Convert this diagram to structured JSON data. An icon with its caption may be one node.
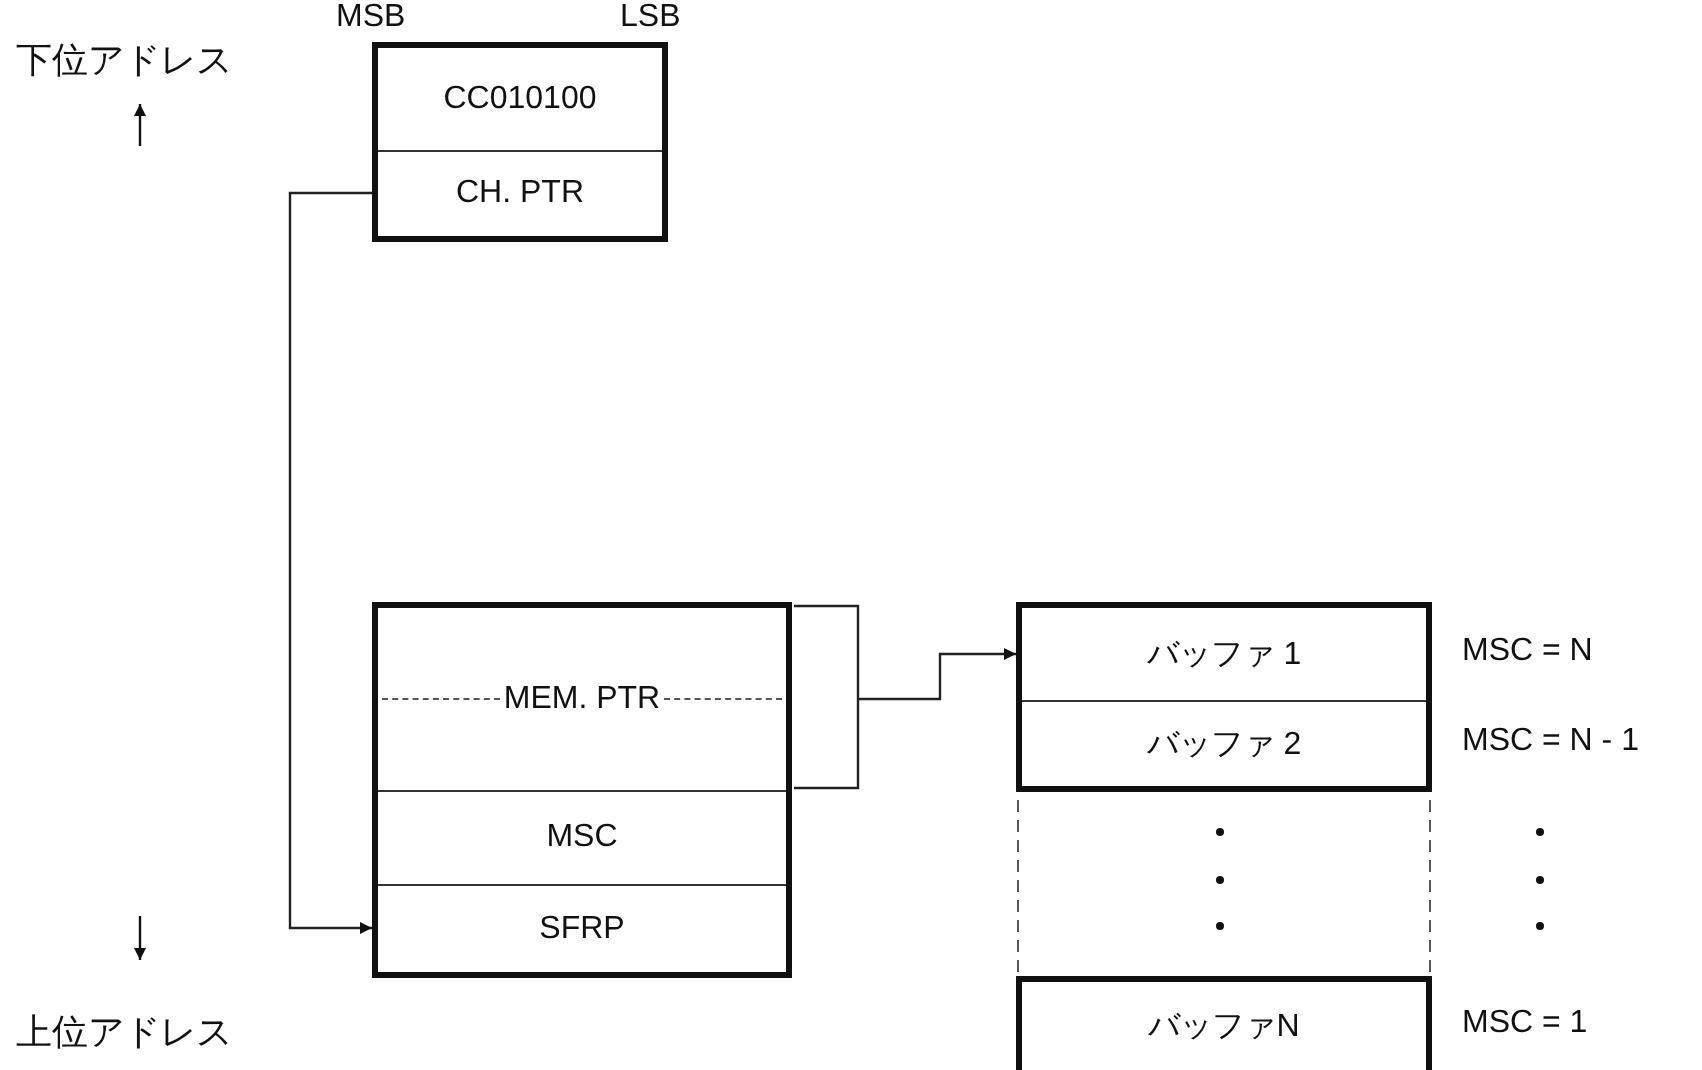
{
  "diagram": {
    "nodes": [
      {
        "text": [
          "CC010100"
        ]
      },
      {
        "text": [
          "CH. PTR"
        ]
      },
      {
        "text": [
          "MEM. PTR"
        ]
      },
      {
        "text": [
          "MSC"
        ]
      },
      {
        "text": [
          "SFRP"
        ]
      },
      {
        "text": [
          "バッファ 1"
        ],
        "beside": [
          "MSC = N"
        ]
      },
      {
        "text": [
          "バッファ 2"
        ],
        "beside": [
          "MSC = N - 1"
        ]
      },
      {
        "text": [
          "バッファN"
        ],
        "beside": [
          "MSC = 1"
        ]
      }
    ],
    "edges": [
      {
        "from": 1,
        "to": 4,
        "arrow": "to"
      },
      {
        "from": 2,
        "to": 5,
        "arrow": "to"
      }
    ],
    "labels": [
      "MSB",
      "LSB",
      "下位アドレス",
      "上位アドレス"
    ]
  }
}
